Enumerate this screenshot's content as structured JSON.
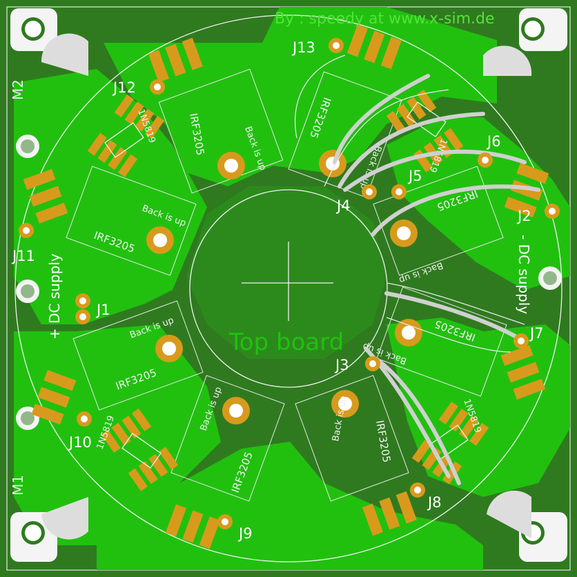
{
  "credit": "By : speedy at www.x-sim.de",
  "center_label": "Top board",
  "mounting_marks": [
    "M2",
    "M1"
  ],
  "supply_labels": {
    "plus": "+ DC supply",
    "minus": "- DC supply"
  },
  "connectors": [
    "J13",
    "J12",
    "J6",
    "J5",
    "J4",
    "J2",
    "J11",
    "J1",
    "J7",
    "J3",
    "J10",
    "J8",
    "J9"
  ],
  "transistor_part": "IRF3205",
  "diode_part": "1N5819",
  "mosfet_note": "Back is up",
  "colors": {
    "board_dark": "#2f7a1f",
    "copper_green": "#21c00f",
    "pad_gold": "#d89a1c",
    "silkscreen": "#f2f2f2",
    "credit_text": "#55e23a"
  }
}
